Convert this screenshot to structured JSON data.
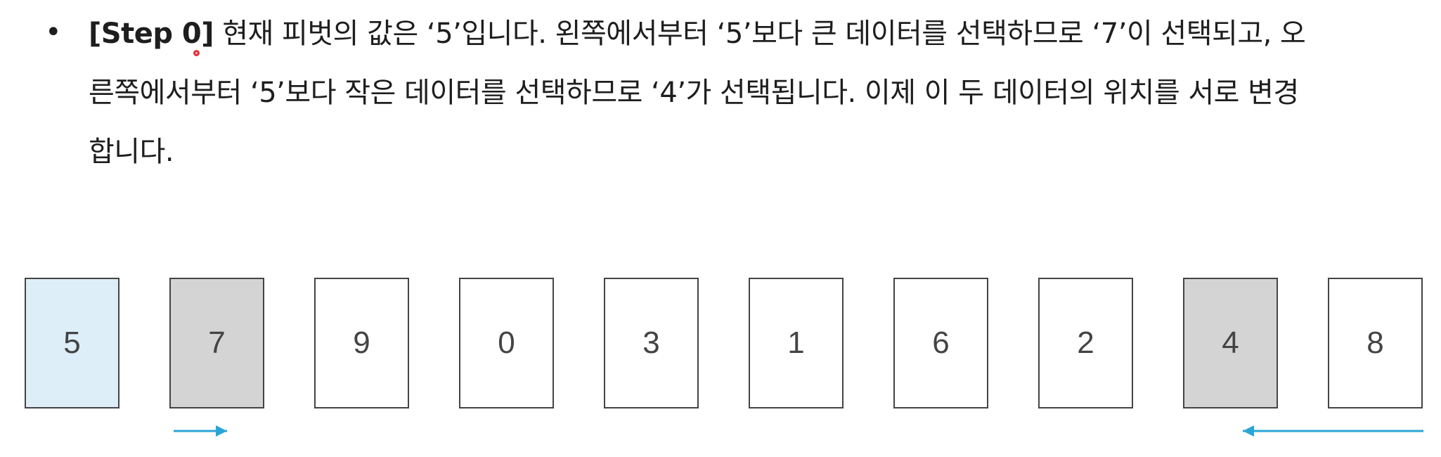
{
  "bullet": {
    "symbol": "•",
    "step_label": "[Step 0]",
    "line1": " 현재 피벗의 값은 ‘5’입니다. 왼쪽에서부터 ‘5’보다 큰 데이터를 선택하므로 ‘7’이 선택되고, 오",
    "line2": "른쪽에서부터 ‘5’보다 작은 데이터를 선택하므로 ‘4’가 선택됩니다. 이제 이 두 데이터의 위치를 서로 변경",
    "line3": "합니다."
  },
  "array": {
    "values": [
      "5",
      "7",
      "9",
      "0",
      "3",
      "1",
      "6",
      "2",
      "4",
      "8"
    ],
    "states": [
      "pivot",
      "selected",
      "normal",
      "normal",
      "normal",
      "normal",
      "normal",
      "normal",
      "selected",
      "normal"
    ]
  },
  "colors": {
    "text": "#1e1e1e",
    "pivot_fill": "#deeef8",
    "selected_fill": "#d4d4d4",
    "normal_fill": "#ffffff",
    "card_border": "#444444",
    "arrow": "#2aa5d6",
    "cursor": "#e5313c"
  },
  "arrows": [
    {
      "name": "left-scan-arrow",
      "icon": "arrow-right-icon",
      "from_index": 1,
      "direction": "right"
    },
    {
      "name": "right-scan-arrow",
      "icon": "arrow-left-icon",
      "from_index": 9,
      "direction": "left"
    }
  ]
}
